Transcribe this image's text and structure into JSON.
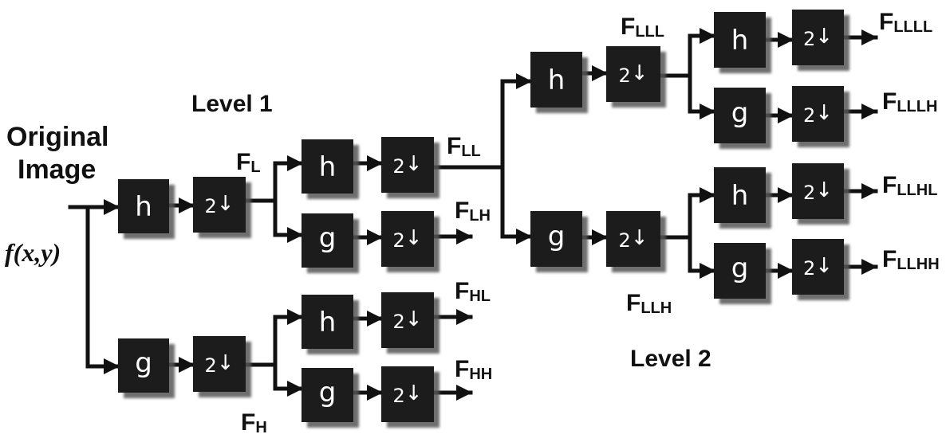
{
  "title_original": "Original",
  "title_image": "Image",
  "input_function": "f(x,y)",
  "level1_label": "Level 1",
  "level2_label": "Level 2",
  "filter_h": "h",
  "filter_g": "g",
  "downsample": "2",
  "downsample_arrow": "↓",
  "outputs": {
    "FL": {
      "main": "F",
      "sub": "L"
    },
    "FH": {
      "main": "F",
      "sub": "H"
    },
    "FLL": {
      "main": "F",
      "sub": "LL"
    },
    "FLH": {
      "main": "F",
      "sub": "LH"
    },
    "FHL": {
      "main": "F",
      "sub": "HL"
    },
    "FHH": {
      "main": "F",
      "sub": "HH"
    },
    "FLLL": {
      "main": "F",
      "sub": "LLL"
    },
    "FLLH": {
      "main": "F",
      "sub": "LLH"
    },
    "FLLLL": {
      "main": "F",
      "sub": "LLLL"
    },
    "FLLLH": {
      "main": "F",
      "sub": "LLLH"
    },
    "FLLHL": {
      "main": "F",
      "sub": "LLHL"
    },
    "FLLHH": {
      "main": "F",
      "sub": "LLHH"
    }
  }
}
